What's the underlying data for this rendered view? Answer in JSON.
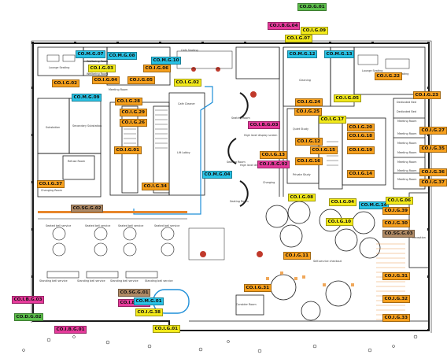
{
  "colors": {
    "orange": "#f7a01d",
    "yellow": "#f3ea1a",
    "cyan": "#29c3e6",
    "pink": "#e63a9b",
    "green": "#5cbf4b",
    "brown": "#b08a65",
    "wall": "#1a1a1a",
    "blue_line": "#1f8fd8",
    "orange_line": "#e8862a"
  },
  "tags": [
    {
      "id": "t1",
      "text": "CO.D.G.01",
      "kind": "green"
    },
    {
      "id": "t2",
      "text": "CO.I.B.G.04",
      "kind": "pink"
    },
    {
      "id": "t3",
      "text": "CO.I.G.09",
      "kind": "yellow"
    },
    {
      "id": "t4",
      "text": "CO.I.G.07",
      "kind": "yellow"
    },
    {
      "id": "t5",
      "text": "CO.M.G.12",
      "kind": "cyan"
    },
    {
      "id": "t6",
      "text": "CO.M.G.13",
      "kind": "cyan"
    },
    {
      "id": "t7",
      "text": "CO.M.G.07",
      "kind": "cyan"
    },
    {
      "id": "t8",
      "text": "CO.M.G.08",
      "kind": "cyan"
    },
    {
      "id": "t9",
      "text": "CO.M.G.10",
      "kind": "cyan"
    },
    {
      "id": "t10",
      "text": "CO.I.G.03",
      "kind": "yellow"
    },
    {
      "id": "t11",
      "text": "CO.I.G.06",
      "kind": "orange"
    },
    {
      "id": "t12",
      "text": "CO.I.G.04",
      "kind": "orange"
    },
    {
      "id": "t13",
      "text": "CO.I.G.05",
      "kind": "orange"
    },
    {
      "id": "t14",
      "text": "CO.I.G.02",
      "kind": "orange"
    },
    {
      "id": "t15",
      "text": "CO.I.G.02",
      "kind": "yellow"
    },
    {
      "id": "t16",
      "text": "CO.I.G.22",
      "kind": "orange"
    },
    {
      "id": "t17",
      "text": "CO.M.G.09",
      "kind": "cyan"
    },
    {
      "id": "t18",
      "text": "CO.I.G.28",
      "kind": "orange"
    },
    {
      "id": "t19",
      "text": "CO.I.G.29",
      "kind": "orange"
    },
    {
      "id": "t20",
      "text": "CO.I.G.24",
      "kind": "orange"
    },
    {
      "id": "t21",
      "text": "CO.I.G.25",
      "kind": "orange"
    },
    {
      "id": "t22",
      "text": "CO.I.G.05",
      "kind": "yellow"
    },
    {
      "id": "t23",
      "text": "CO.I.G.23",
      "kind": "orange"
    },
    {
      "id": "t24",
      "text": "CO.I.G.17",
      "kind": "yellow"
    },
    {
      "id": "t25",
      "text": "CO.I.B.G.03",
      "kind": "pink"
    },
    {
      "id": "t26",
      "text": "CO.I.G.20",
      "kind": "orange"
    },
    {
      "id": "t27",
      "text": "CO.I.G.18",
      "kind": "orange"
    },
    {
      "id": "t28",
      "text": "CO.I.G.12",
      "kind": "orange"
    },
    {
      "id": "t29",
      "text": "CO.I.G.19",
      "kind": "orange"
    },
    {
      "id": "t30",
      "text": "CO.I.G.15",
      "kind": "orange"
    },
    {
      "id": "t31",
      "text": "CO.I.G.13",
      "kind": "orange"
    },
    {
      "id": "t32",
      "text": "CO.I.B.G.02",
      "kind": "pink"
    },
    {
      "id": "t33",
      "text": "CO.I.G.16",
      "kind": "orange"
    },
    {
      "id": "t34",
      "text": "CO.I.G.14",
      "kind": "orange"
    },
    {
      "id": "t35",
      "text": "CO.I.G.01",
      "kind": "orange"
    },
    {
      "id": "t36",
      "text": "CO.I.G.26",
      "kind": "orange"
    },
    {
      "id": "t37",
      "text": "CO.I.G.27",
      "kind": "orange"
    },
    {
      "id": "t38",
      "text": "CO.I.G.35",
      "kind": "orange"
    },
    {
      "id": "t39",
      "text": "CO.I.G.36",
      "kind": "orange"
    },
    {
      "id": "t40",
      "text": "CO.I.G.37",
      "kind": "orange"
    },
    {
      "id": "t41",
      "text": "CO.M.G.04",
      "kind": "cyan"
    },
    {
      "id": "t42",
      "text": "CO.I.G.34",
      "kind": "orange"
    },
    {
      "id": "t43",
      "text": "CO.I.G.37",
      "kind": "orange"
    },
    {
      "id": "t44",
      "text": "CO.I.G.08",
      "kind": "yellow"
    },
    {
      "id": "t45",
      "text": "CO.I.G.04",
      "kind": "yellow"
    },
    {
      "id": "t46",
      "text": "CO.M.G.14",
      "kind": "cyan"
    },
    {
      "id": "t47",
      "text": "CO.I.G.06",
      "kind": "yellow"
    },
    {
      "id": "t48",
      "text": "CO.I.G.39",
      "kind": "orange"
    },
    {
      "id": "t49",
      "text": "CO.I.G.10",
      "kind": "yellow"
    },
    {
      "id": "t50",
      "text": "CO.I.G.30",
      "kind": "orange"
    },
    {
      "id": "t51",
      "text": "CO.SG.G.03",
      "kind": "brown"
    },
    {
      "id": "t52",
      "text": "CO.SG.G.02",
      "kind": "brown"
    },
    {
      "id": "t53",
      "text": "CO.I.G.11",
      "kind": "orange"
    },
    {
      "id": "t54",
      "text": "CO.I.G.31",
      "kind": "orange"
    },
    {
      "id": "t55",
      "text": "CO.I.G.31",
      "kind": "orange"
    },
    {
      "id": "t56",
      "text": "CO.I.G.32",
      "kind": "orange"
    },
    {
      "id": "t57",
      "text": "CO.I.G.33",
      "kind": "orange"
    },
    {
      "id": "t58",
      "text": "CO.SG.G.01",
      "kind": "brown"
    },
    {
      "id": "t59",
      "text": "CO.I.B.G.01",
      "kind": "pink"
    },
    {
      "id": "t60",
      "text": "CO.M.G.01",
      "kind": "cyan"
    },
    {
      "id": "t61",
      "text": "CO.I.G.38",
      "kind": "yellow"
    },
    {
      "id": "t62",
      "text": "CO.I.B.G.03",
      "kind": "pink"
    },
    {
      "id": "t63",
      "text": "CO.D.G.02",
      "kind": "green"
    },
    {
      "id": "t64",
      "text": "CO.I.G.01",
      "kind": "yellow"
    },
    {
      "id": "t65",
      "text": "CO.I.B.G.01",
      "kind": "pink"
    }
  ],
  "rooms": [
    "Wellbeing Room",
    "Wellbeing Room",
    "Lounge Seating",
    "Lounge Seating",
    "Lounge Seating",
    "Meeting Room",
    "Dedicated Bed",
    "Dedicated Bed",
    "Cleaning",
    "Substation",
    "Secondary Substation",
    "Lift Lobby",
    "Refuse Room",
    "Cafe Cleaner",
    "Cafe Seating",
    "Seating Room",
    "Seating Room",
    "Seating Room",
    "High level display screen",
    "High level display screen",
    "Self-service checkout",
    "Quiet Study",
    "Private Study",
    "Meeting Room",
    "Meeting Room",
    "Meeting Room",
    "Meeting Room",
    "Meeting Room",
    "Meeting Room",
    "Meeting Room",
    "Reception",
    "Standing bell service",
    "Standing bell service",
    "Standing bell service",
    "Standing bell service",
    "Seated bell service",
    "Seated bell service",
    "Seated bell service",
    "Seated bell service",
    "Consider Room",
    "Charging",
    "Changing Room"
  ]
}
